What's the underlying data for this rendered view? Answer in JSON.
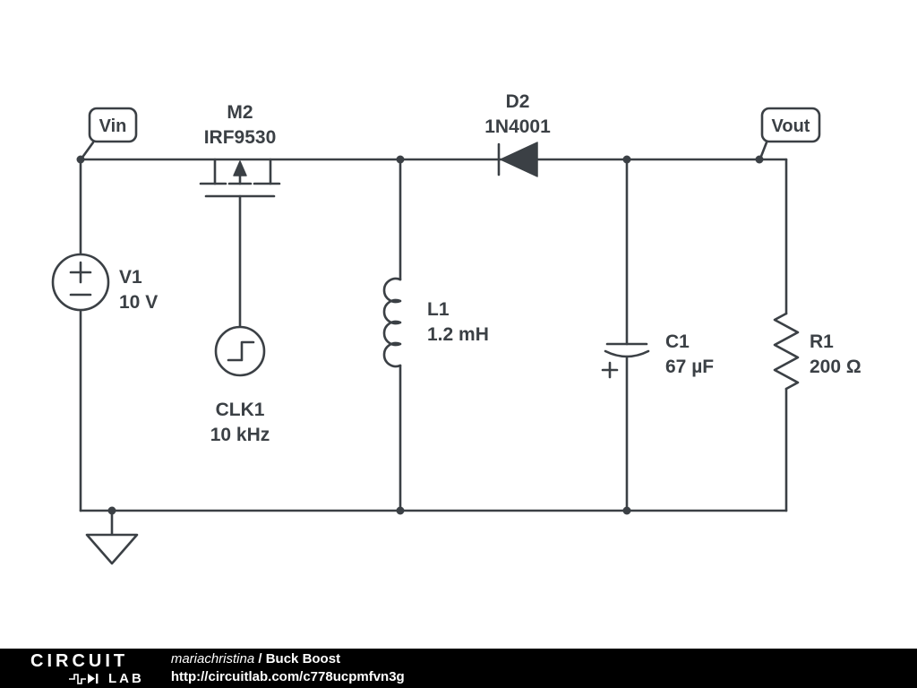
{
  "schematic": {
    "net_flags": {
      "vin": "Vin",
      "vout": "Vout"
    },
    "components": {
      "v1": {
        "designator": "V1",
        "value": "10 V"
      },
      "m2": {
        "designator": "M2",
        "value": "IRF9530"
      },
      "clk1": {
        "designator": "CLK1",
        "value": "10 kHz"
      },
      "d2": {
        "designator": "D2",
        "value": "1N4001"
      },
      "l1": {
        "designator": "L1",
        "value": "1.2 mH"
      },
      "c1": {
        "designator": "C1",
        "value": "67 µF"
      },
      "r1": {
        "designator": "R1",
        "value": "200 Ω"
      }
    }
  },
  "footer": {
    "logo_line1": "CIRCUIT",
    "logo_line2": "LAB",
    "author": "mariachristina",
    "separator": " / ",
    "title": "Buck Boost",
    "url": "http://circuitlab.com/c778ucpmfvn3g"
  },
  "colors": {
    "wire": "#3b4045",
    "background": "#ffffff",
    "footer_bg": "#000000",
    "footer_text": "#ffffff"
  }
}
